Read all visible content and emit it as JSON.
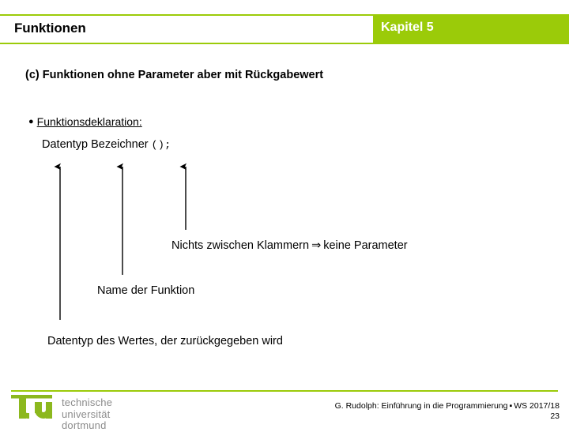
{
  "header": {
    "title": "Funktionen",
    "chapter": "Kapitel 5",
    "accent_color": "#9BCB09"
  },
  "slide": {
    "subtitle": "(c) Funktionen ohne Parameter aber mit Rückgabewert",
    "declaration_heading": "Funktionsdeklaration:",
    "bullet_glyph": "●",
    "declaration": {
      "datatype_word": "Datentyp",
      "identifier_word": "Bezeichner",
      "code_suffix": "();",
      "full_text": "Datentyp Bezeichner ();"
    },
    "callouts": [
      {
        "text_before": "Nichts zwischen Klammern",
        "arrow_glyph": "⇒",
        "text_after": "keine Parameter",
        "full_text": "Nichts zwischen Klammern ⇒ keine Parameter"
      },
      {
        "full_text": "Name der Funktion"
      },
      {
        "full_text": "Datentyp des Wertes, der zurückgegeben wird"
      }
    ]
  },
  "footer": {
    "logo_mark": "tu",
    "logo_line1": "technische universität",
    "logo_line2": "dortmund",
    "credit_author": "G. Rudolph: Einführung in die Programmierung",
    "credit_separator": "▪",
    "credit_term": "WS 2017/18",
    "page_number": "23",
    "logo_color": "#8CB81E",
    "logo_text_color": "#8C8C8C"
  }
}
